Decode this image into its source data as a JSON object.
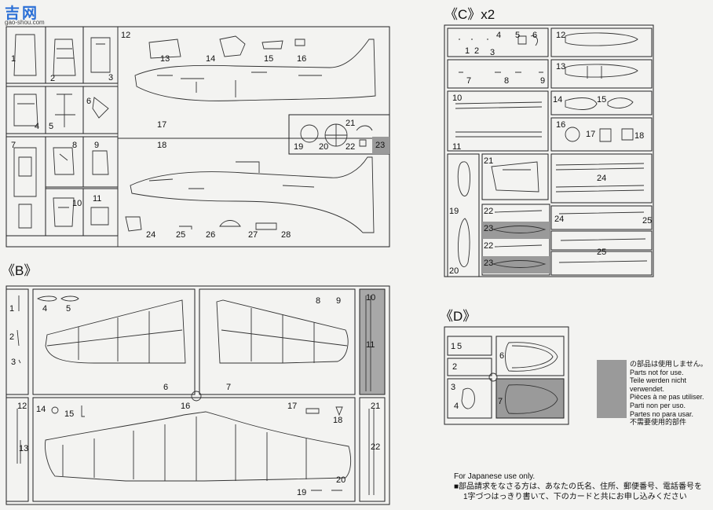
{
  "watermark": {
    "brand": "吉网",
    "url": "gao-shou.com"
  },
  "sprue_c": {
    "label": "《C》",
    "multiplier": "x2"
  },
  "sprue_b": {
    "label": "《B》"
  },
  "sprue_d": {
    "label": "《D》"
  },
  "legend": {
    "lines": [
      "の部品は使用しません。",
      "Parts not for use.",
      "Teile werden nicht verwendet.",
      "Pièces à ne pas utiliser.",
      "Parti non per uso.",
      "Partes no para usar.",
      "不需要使用的部件"
    ]
  },
  "japanese_note": {
    "heading": "For Japanese use only.",
    "line1": "■部品請求をなさる方は、あなたの氏名、住所、郵便番号、電話番号を",
    "line2": "1字づつはっきり書いて、下のカードと共にお申し込みください"
  },
  "parts_a": [
    "1",
    "2",
    "3",
    "4",
    "5",
    "6",
    "7",
    "8",
    "9",
    "10",
    "11",
    "12",
    "13",
    "14",
    "15",
    "16",
    "17",
    "18",
    "19",
    "20",
    "21",
    "22",
    "23",
    "24",
    "25",
    "26",
    "27",
    "28"
  ],
  "parts_b": [
    "1",
    "2",
    "3",
    "4",
    "5",
    "6",
    "7",
    "8",
    "9",
    "10",
    "11",
    "12",
    "13",
    "14",
    "15",
    "16",
    "17",
    "18",
    "19",
    "20",
    "21",
    "22"
  ],
  "parts_c": [
    "1",
    "2",
    "3",
    "4",
    "5",
    "6",
    "7",
    "8",
    "9",
    "10",
    "11",
    "12",
    "13",
    "14",
    "15",
    "16",
    "17",
    "18",
    "19",
    "20",
    "21",
    "22",
    "23",
    "24",
    "25"
  ],
  "parts_d": [
    "1",
    "2",
    "3",
    "4",
    "5",
    "6",
    "7"
  ]
}
